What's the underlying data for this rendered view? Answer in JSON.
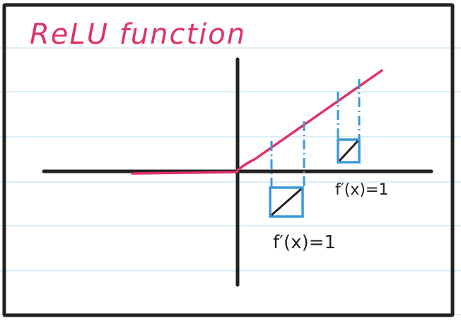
{
  "title": "ReLU function",
  "labels": {
    "derivative_upper": "f′(x)=1",
    "derivative_lower": "f′(x)=1"
  },
  "colors": {
    "relu_curve": "#e0306a",
    "boxes": "#3a9ad9",
    "axes": "#222222",
    "frame": "#222222",
    "ruled_lines": "#cfe6f3",
    "background": "#ffffff"
  }
}
